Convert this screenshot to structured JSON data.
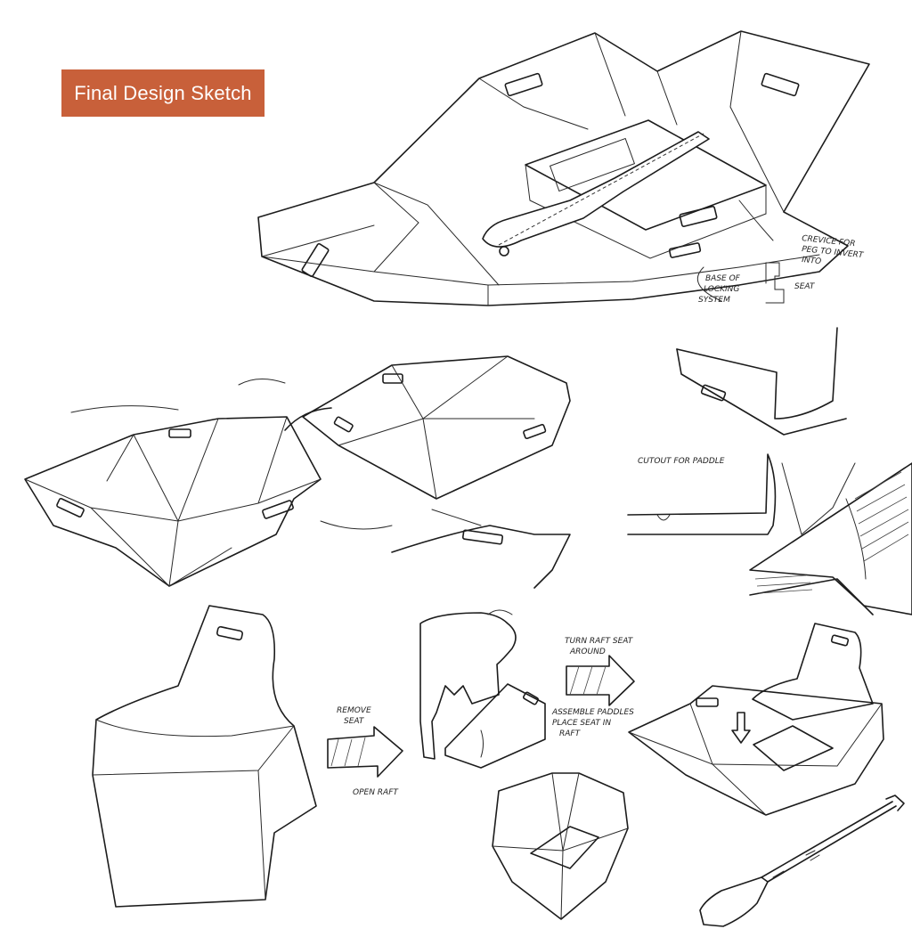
{
  "title": "Final Design Sketch",
  "colors": {
    "badge": "#c8603a",
    "ink": "#1c1c1c",
    "paper": "#ffffff"
  },
  "notes": {
    "crevice": [
      "CREVICE FOR",
      "PEG TO INVERT",
      "INTO"
    ],
    "base": [
      "BASE OF",
      "LOCKING",
      "SYSTEM"
    ],
    "seat": "SEAT",
    "cutout": "CUTOUT FOR PADDLE",
    "remove": [
      "REMOVE",
      "SEAT"
    ],
    "open": "OPEN RAFT",
    "turn": [
      "TURN RAFT SEAT",
      "AROUND"
    ],
    "assemble": [
      "ASSEMBLE PADDLES",
      "PLACE SEAT IN",
      "RAFT"
    ]
  }
}
